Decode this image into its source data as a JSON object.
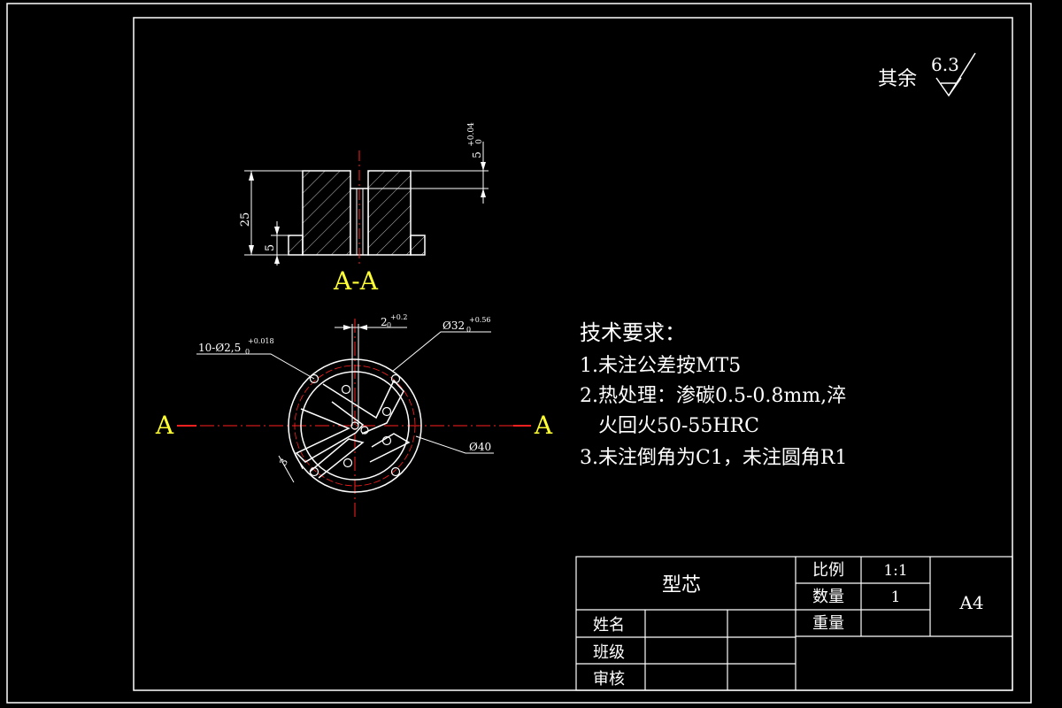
{
  "surface_finish": {
    "label": "其余",
    "value": "6.3"
  },
  "section": {
    "label": "A-A",
    "dims": {
      "tol_top": "+0.04",
      "tol_base": "5",
      "tol_sub": "0",
      "height": "25",
      "step": "5"
    }
  },
  "plan_view": {
    "cut_label_left": "A",
    "cut_label_right": "A",
    "holes_callout": {
      "text": "10-Ø2,5",
      "sub": "0",
      "sup": "+0.018"
    },
    "slot_callout": {
      "base": "2",
      "sub": "0",
      "sup": "+0.2"
    },
    "bore_callout": {
      "text": "Ø32",
      "sub": "0",
      "sup": "+0.56"
    },
    "outer_callout": "Ø40",
    "rib_dim": "3"
  },
  "tech_requirements": {
    "title": "技术要求：",
    "lines": [
      "1.未注公差按MT5",
      "2.热处理：渗碳0.5-0.8mm,淬",
      "   火回火50-55HRC",
      "3.未注倒角为C1，未注圆角R1"
    ]
  },
  "title_block": {
    "part_name": "型芯",
    "scale_label": "比例",
    "scale_value": "1:1",
    "qty_label": "数量",
    "qty_value": "1",
    "weight_label": "重量",
    "weight_value": "",
    "sheet_size": "A4",
    "name_label": "姓名",
    "class_label": "班级",
    "review_label": "审核"
  },
  "colors": {
    "background": "#000000",
    "lines": "#ffffff",
    "centerline": "#ff2020",
    "labels": "#ffff33"
  }
}
